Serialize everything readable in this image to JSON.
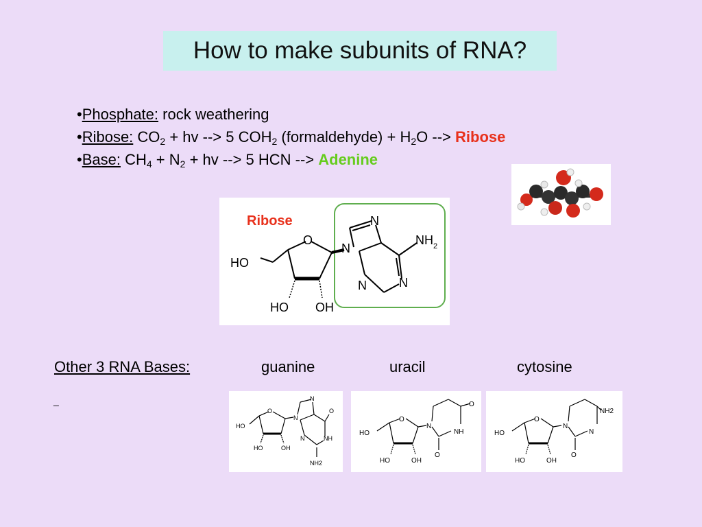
{
  "title": "How to make subunits of RNA?",
  "bullets": {
    "marker": "•",
    "phosphate": {
      "label": "Phosphate:",
      "text": "rock weathering"
    },
    "ribose": {
      "label": "Ribose:",
      "p1": "CO",
      "s1": "2",
      "p2": "+ hv --> 5 COH",
      "s2": "2",
      "p3": "(formaldehyde) + H",
      "s3": "2",
      "p4": "O -->",
      "result": "Ribose"
    },
    "base": {
      "label": "Base:",
      "p1": "CH",
      "s1": "4",
      "p2": "+ N",
      "s2": "2",
      "p3": "+ hv --> 5 HCN -->",
      "result": "Adenine"
    }
  },
  "adenosine_figure": {
    "ribose_label": "Ribose",
    "atoms": {
      "o": "O",
      "ho": "HO",
      "ho2": "HO",
      "oh": "OH",
      "n": "N",
      "nh2": "NH",
      "nh2_sub": "2"
    }
  },
  "other_bases": {
    "label": "Other 3 RNA Bases:",
    "names": [
      "guanine",
      "uracil",
      "cytosine"
    ]
  },
  "small_atoms": {
    "o": "O",
    "ho": "HO",
    "oh": "OH",
    "n": "N",
    "nh": "NH",
    "nh2": "NH2"
  },
  "dash": "_",
  "colors": {
    "background": "#ecdcf8",
    "title_box": "#c8f0ee",
    "ribose": "#e8311c",
    "adenine": "#66cc1e",
    "box_outline": "#5fae4e"
  }
}
